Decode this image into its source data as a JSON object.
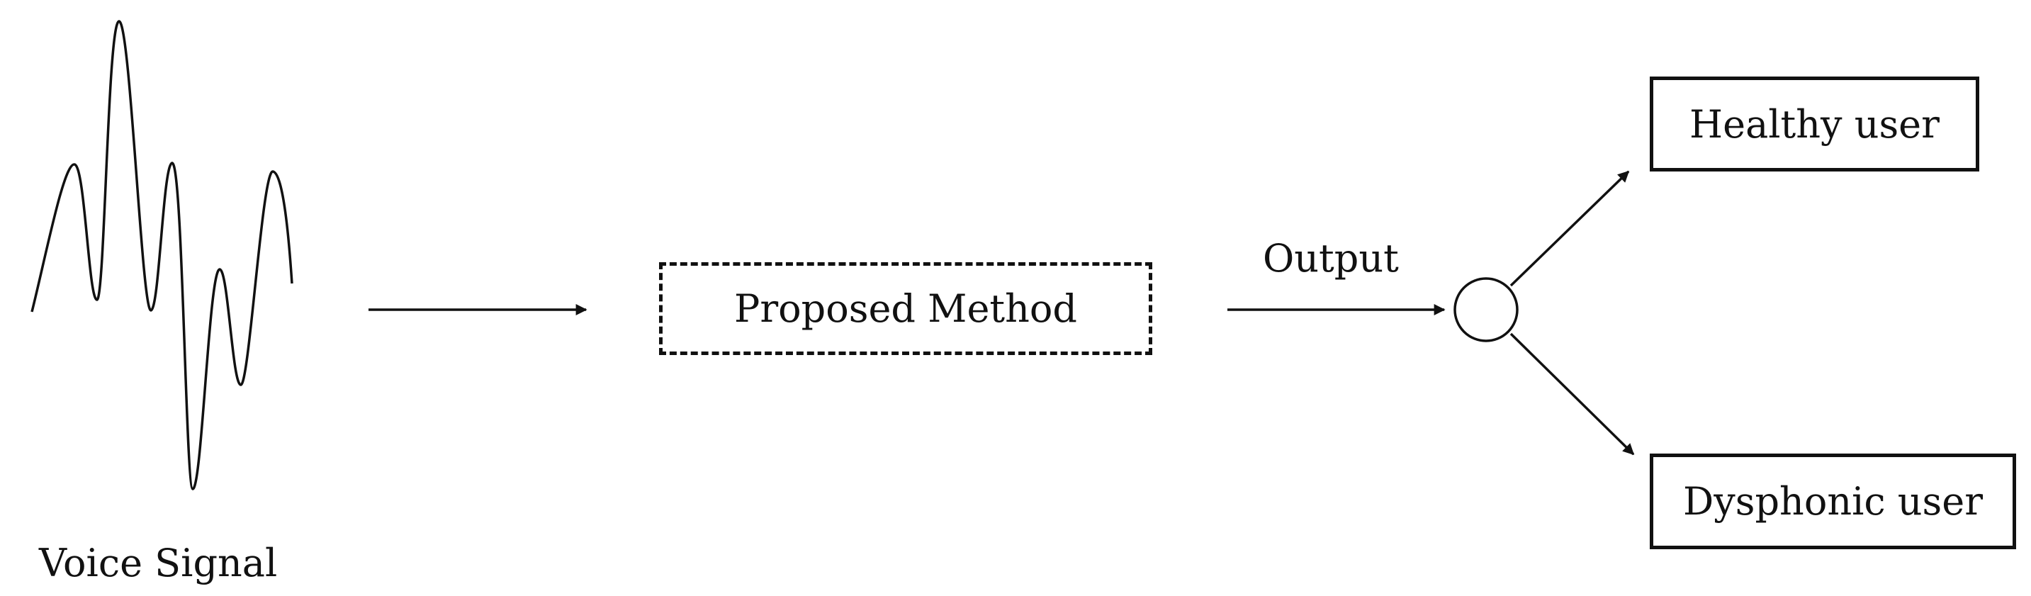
{
  "labels": {
    "voice_signal": "Voice Signal",
    "proposed_method": "Proposed Method",
    "output": "Output",
    "healthy_user": "Healthy user",
    "dysphonic_user": "Dysphonic user"
  },
  "colors": {
    "stroke": "#111111",
    "background": "#ffffff"
  }
}
